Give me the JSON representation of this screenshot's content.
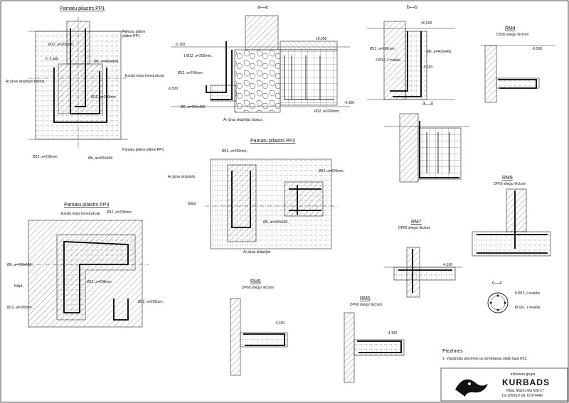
{
  "sheet": {
    "titles": {
      "pp1": "Pamatu pilastrs PP1",
      "section_aa": "a—a",
      "section_bb": "b—b",
      "section_33": "3—3",
      "pp2": "Pamatu pilastrs PP2",
      "pp3": "Pamatu pilastrs PP3",
      "rm4": "RM4",
      "rm5_a": "RM5",
      "rm5_b": "RM5",
      "rm6": "RM6",
      "rm7": "RM7",
      "section_cc": "c—c"
    },
    "pp1_labels": {
      "l1": "Pamatu plātne",
      "l2": "plātne RP1",
      "l3": "Ø12, a=200mm,",
      "l4": "Ir, 2 gab.",
      "l5": "Ø6, a=400x400,",
      "l6": "Esošā mūra konstrukcija",
      "l7": "Ø12, a=200mm",
      "l8": "Pamatu plātne plātne RP1",
      "l9": "Ø12, a=200mm,",
      "l10": "Ø6, a=400x400",
      "l11": "Ar jūras skūpējās būstus,"
    },
    "aa_labels": {
      "l1": "1 Ø12, a=200mm,",
      "l2": "Ø12, a=200mm,",
      "l3": "Ø6, a=400x400",
      "l4": "Ar jūras skūpējās būstus,",
      "l5": "Ø12, a=200mm,",
      "lv1": "-0,100",
      "lv2": "±0,000",
      "lv3": "-0,500",
      "lv4": "-0,900"
    },
    "bb_labels": {
      "l1": "Ø12, a=200mm,",
      "l2": "2 Ø12, L=vaiiša",
      "l3": "Ø6, a=400x400,",
      "lv1": "±0,000",
      "lv2": "-0,100"
    },
    "pp2_labels": {
      "l1": "Ø12, a=200mm,",
      "l2": "Ø12, a=200mm,",
      "l3": "Ar jūras skūpējās",
      "l4": "Nišpl.",
      "l5": "Ø6, a=400x400,",
      "l6": "Ar jūras skūpējās"
    },
    "pp3_labels": {
      "l1": "Esošā mūra konstrukcija",
      "l2": "Ø12, a=200mm,",
      "l3": "Ø6, a=400x400,",
      "l4": "Nišpl.",
      "l5": "Ø12, a=200mm,",
      "l6": "Ø12, a=200mm,",
      "l7": "Ø12, a=200mm,"
    },
    "rm_labels": {
      "rm4_1": "DS30 sliegs/ lēcīsmi",
      "rm4_2": "-0,500",
      "rm5a_1": "DP60 sliegs/ lēcīsmi",
      "rm5a_2": "-4,100",
      "rm5b_1": "DP60 sliegs/ lēcīsmi",
      "rm5b_2": "-4,100",
      "rm6_1": "DP60 sliegs/ lēcīsmi",
      "rm7_1": "DP60 sliegs/ lēcīsmi",
      "rm7_2": "-4,100",
      "cc_1": "8 Ø12, L=vaiiša",
      "cc_2": "Ø 6XL, L=vaiiša"
    },
    "notes": {
      "heading": "Piezīmes",
      "line1": "1. Vispārīgās piezīmes un armēšanas skatīt lapā K01."
    },
    "company": {
      "small_caption": "inženieru grupa",
      "name": "KURBADS",
      "address1": "Rīga, Maztu iela 52b-17",
      "address2": "LV-1050/LV tāl. 67374440"
    }
  }
}
